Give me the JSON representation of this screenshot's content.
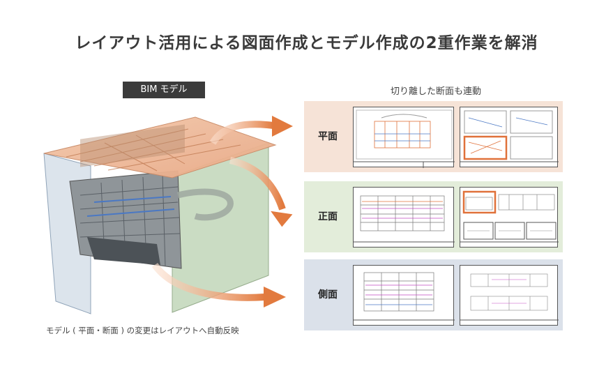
{
  "title": "レイアウト活用による図面作成とモデル作成の2重作業を解消",
  "bim_badge": "BIM モデル",
  "linked_caption": "切り離した断面も連動",
  "bottom_caption": "モデル ( 平面・断面 ) の変更はレイアウトへ自動反映",
  "panels": [
    {
      "label": "平面",
      "color": "#f6e3d7"
    },
    {
      "label": "正面",
      "color": "#e3edda"
    },
    {
      "label": "側面",
      "color": "#dbe1ea"
    }
  ],
  "colors": {
    "arrow": "#e27a3e",
    "highlight": "#e0713a",
    "badge_bg": "#3b3b3b"
  }
}
